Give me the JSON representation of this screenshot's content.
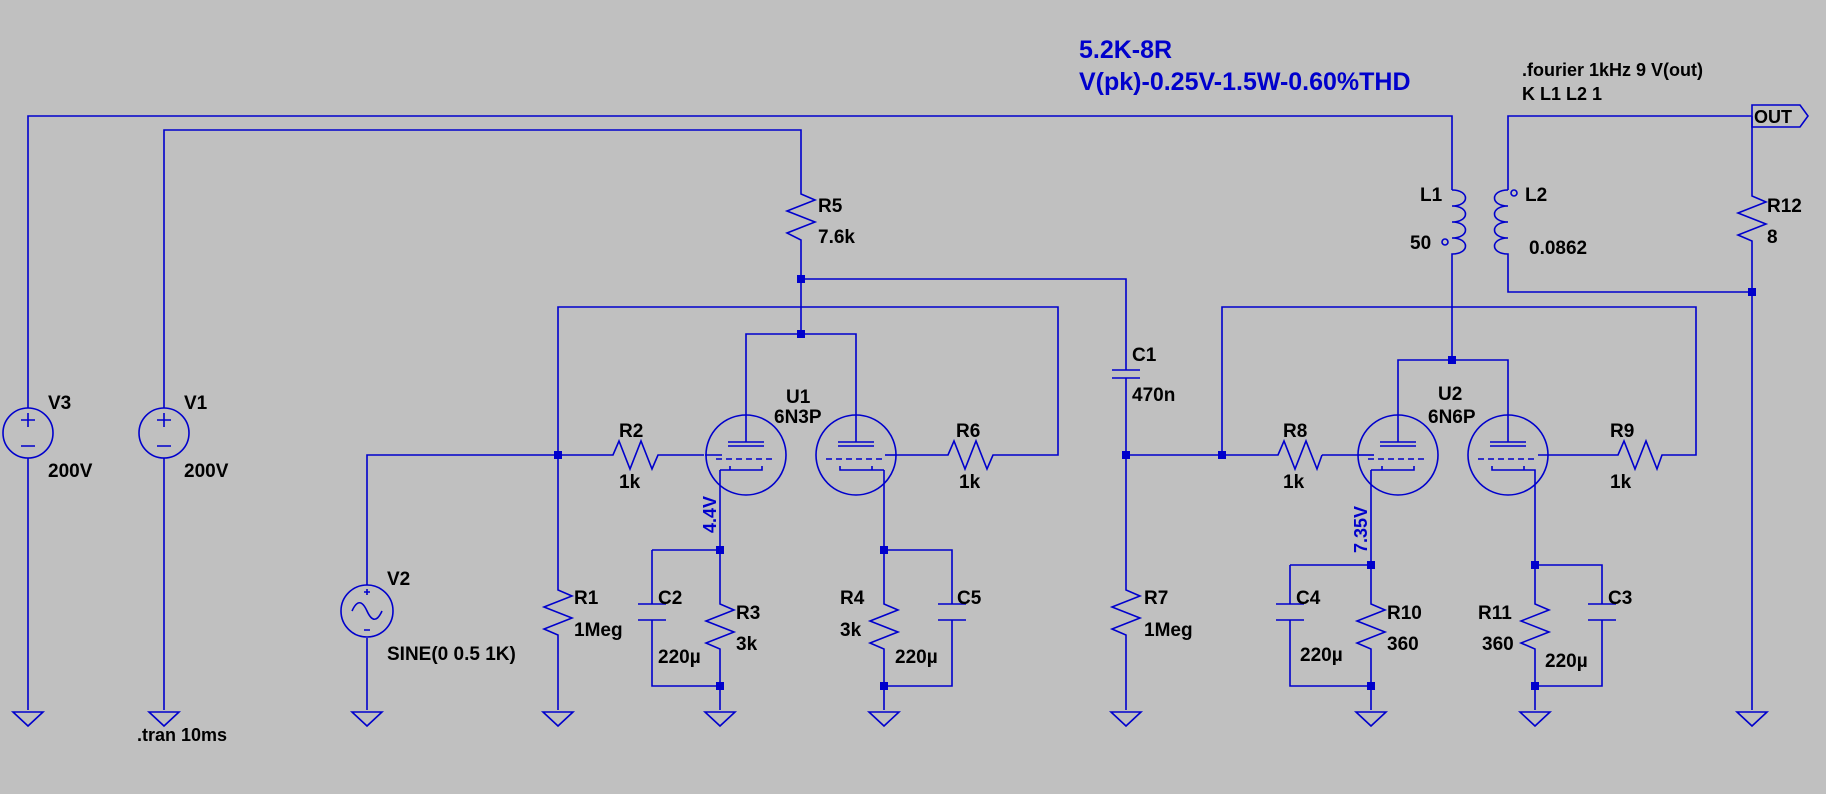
{
  "header": {
    "line1": "5.2K-8R",
    "line2": "V(pk)-0.25V-1.5W-0.60%THD"
  },
  "directives": {
    "fourier": ".fourier 1kHz 9 V(out)",
    "coupling": "K L1 L2 1",
    "tran": ".tran 10ms"
  },
  "flags": {
    "out": "OUT"
  },
  "colors": {
    "background": "#c0c0c0",
    "wire": "#0000cc",
    "text": "#000000",
    "note": "#0000cc"
  },
  "node_labels": {
    "u1_cathode": "4.4V",
    "u2_cathode": "7.35V"
  },
  "components": {
    "V3": {
      "name": "V3",
      "value": "200V"
    },
    "V1": {
      "name": "V1",
      "value": "200V"
    },
    "V2": {
      "name": "V2",
      "value": "SINE(0 0.5 1K)"
    },
    "R1": {
      "name": "R1",
      "value": "1Meg"
    },
    "R2": {
      "name": "R2",
      "value": "1k"
    },
    "R3": {
      "name": "R3",
      "value": "3k"
    },
    "R4": {
      "name": "R4",
      "value": "3k"
    },
    "R5": {
      "name": "R5",
      "value": "7.6k"
    },
    "R6": {
      "name": "R6",
      "value": "1k"
    },
    "R7": {
      "name": "R7",
      "value": "1Meg"
    },
    "R8": {
      "name": "R8",
      "value": "1k"
    },
    "R9": {
      "name": "R9",
      "value": "1k"
    },
    "R10": {
      "name": "R10",
      "value": "360"
    },
    "R11": {
      "name": "R11",
      "value": "360"
    },
    "R12": {
      "name": "R12",
      "value": "8"
    },
    "C1": {
      "name": "C1",
      "value": "470n"
    },
    "C2": {
      "name": "C2",
      "value": "220µ"
    },
    "C3": {
      "name": "C3",
      "value": "220µ"
    },
    "C4": {
      "name": "C4",
      "value": "220µ"
    },
    "C5": {
      "name": "C5",
      "value": "220µ"
    },
    "L1": {
      "name": "L1",
      "value": "50"
    },
    "L2": {
      "name": "L2",
      "value": "0.0862"
    },
    "U1": {
      "name": "U1",
      "value": "6N3P"
    },
    "U2": {
      "name": "U2",
      "value": "6N6P"
    }
  }
}
